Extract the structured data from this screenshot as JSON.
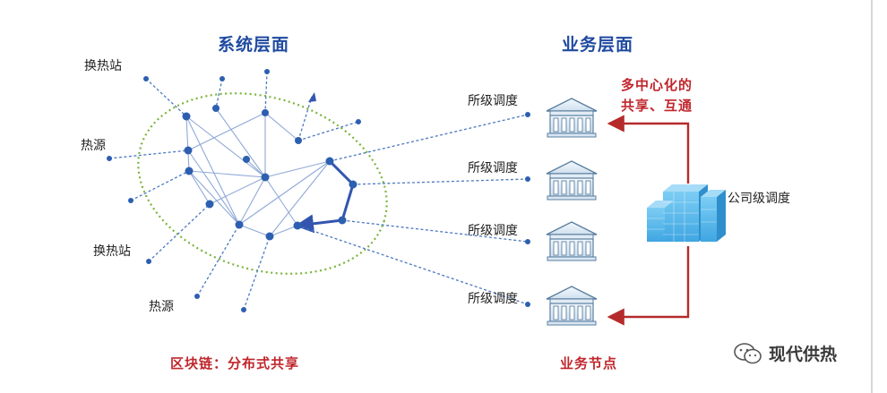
{
  "headings": {
    "system_layer": "系统层面",
    "business_layer": "业务层面"
  },
  "left_labels": {
    "heat_station_top": "换热站",
    "heat_source_top": "热源",
    "heat_station_bottom": "换热站",
    "heat_source_bottom": "热源"
  },
  "dispatch_labels": [
    "所级调度",
    "所级调度",
    "所级调度",
    "所级调度"
  ],
  "company_label": "公司级调度",
  "decentral_line1": "多中心化的",
  "decentral_line2": "共享、互通",
  "blockchain_caption": "区块链：分布式共享",
  "business_nodes_caption": "业务节点",
  "watermark": "现代供热",
  "colors": {
    "node": "#2d5fb0",
    "dash_line": "#4a78c0",
    "ellipse": "#79b53a",
    "accent_red": "#b52b2b",
    "building": "#5cb8ea"
  }
}
